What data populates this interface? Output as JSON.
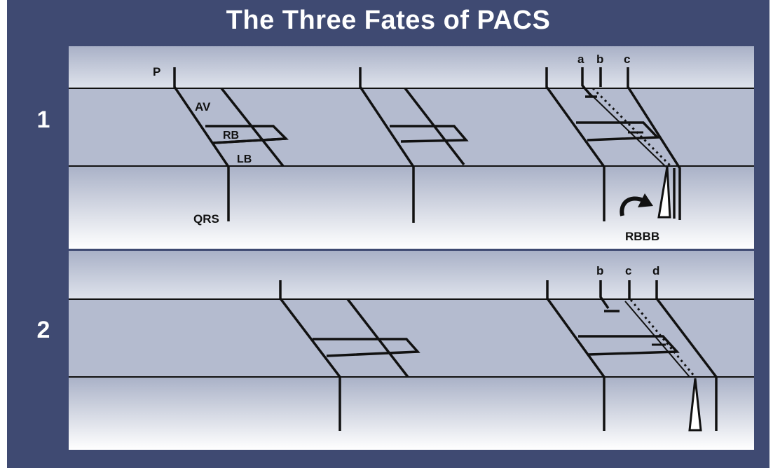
{
  "title": "The Three Fates of PACS",
  "rows": [
    {
      "number": "1",
      "labels": {
        "p": "P",
        "av": "AV",
        "rb": "RB",
        "lb": "LB",
        "qrs": "QRS"
      },
      "markers": [
        "a",
        "b",
        "c"
      ],
      "annotation": "RBBB"
    },
    {
      "number": "2",
      "markers": [
        "b",
        "c",
        "d"
      ]
    }
  ],
  "colors": {
    "frame": "#3f4a72",
    "panel_top": "#aab2c8",
    "panel_bottom": "#ffffff",
    "line": "#111111"
  }
}
